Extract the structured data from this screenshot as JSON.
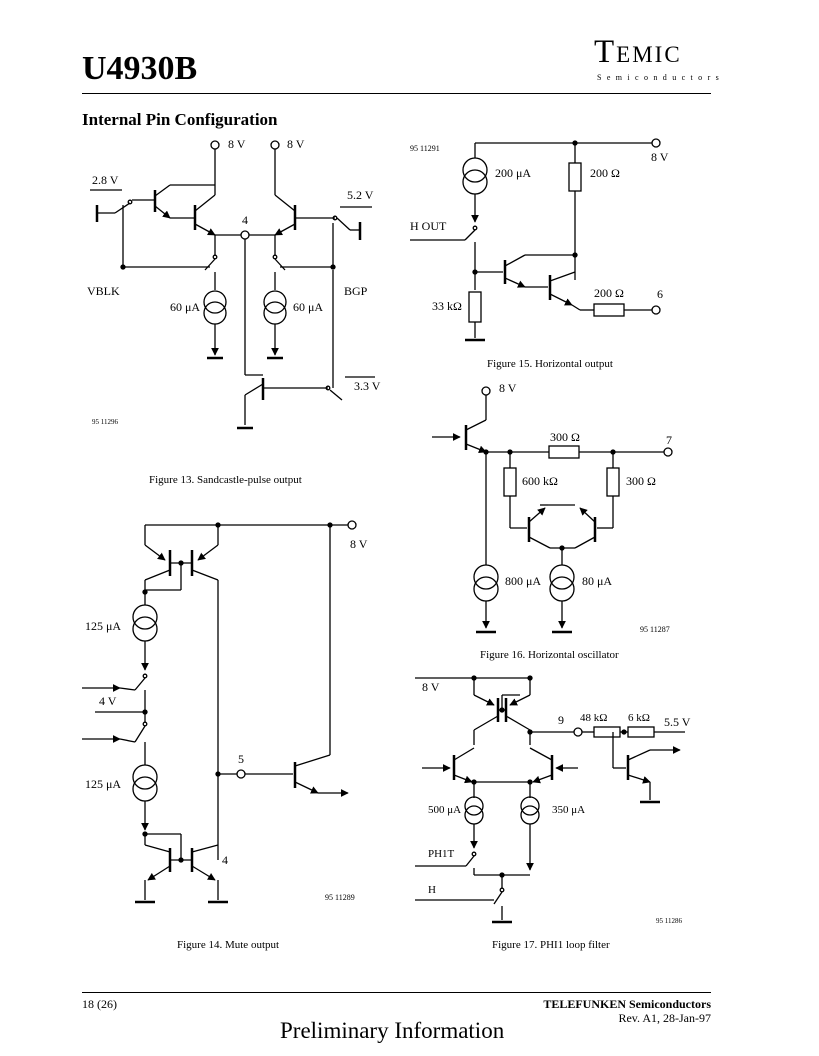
{
  "header": {
    "title": "U4930B",
    "logo": "Temic",
    "logo_subtitle": "Semiconductors"
  },
  "section_title": "Internal Pin Configuration",
  "fig13": {
    "caption": "Figure 13.  Sandcastle-pulse output",
    "ref": "95 11296",
    "labels": {
      "v8a": "8 V",
      "v8b": "8 V",
      "v28": "2.8 V",
      "v52": "5.2 V",
      "pin": "4",
      "vblk": "VBLK",
      "bgp": "BGP",
      "i1": "60  μA",
      "i2": "60 μA",
      "v33": "3.3 V"
    }
  },
  "fig14": {
    "caption": "Figure 14.  Mute output",
    "ref": "95 11289",
    "labels": {
      "v8": "8 V",
      "i1": "125 μA",
      "v4": "4 V",
      "i2": "125 μA",
      "pin5": "5",
      "pin4": "4"
    }
  },
  "fig15": {
    "caption": "Figure 15.  Horizontal output",
    "ref": "95 11291",
    "labels": {
      "v8": "8 V",
      "i1": "200 μA",
      "r1": "200 Ω",
      "hout": "H OUT",
      "r2": "33 kΩ",
      "r3": "200 Ω",
      "pin": "6"
    }
  },
  "fig16": {
    "caption": "Figure 16.  Horizontal oscillator",
    "ref": "95 11287",
    "labels": {
      "v8": "8 V",
      "r1": "300 Ω",
      "pin": "7",
      "r2": "600 kΩ",
      "r3": "300 Ω",
      "i1": "800 μA",
      "i2": "80 μA"
    }
  },
  "fig17": {
    "caption": "Figure 17.  PHI1 loop filter",
    "ref": "95 11286",
    "labels": {
      "v8": "8 V",
      "pin": "9",
      "r1": "48 kΩ",
      "r2": "6 kΩ",
      "v55": "5.5 V",
      "i1": "500 μA",
      "i2": "350 μA",
      "phi1t": "PH1T",
      "h": "H"
    }
  },
  "footer": {
    "page": "18 (26)",
    "company": "TELEFUNKEN Semiconductors",
    "revision": "Rev. A1, 28-Jan-97",
    "status": "Preliminary Information"
  }
}
